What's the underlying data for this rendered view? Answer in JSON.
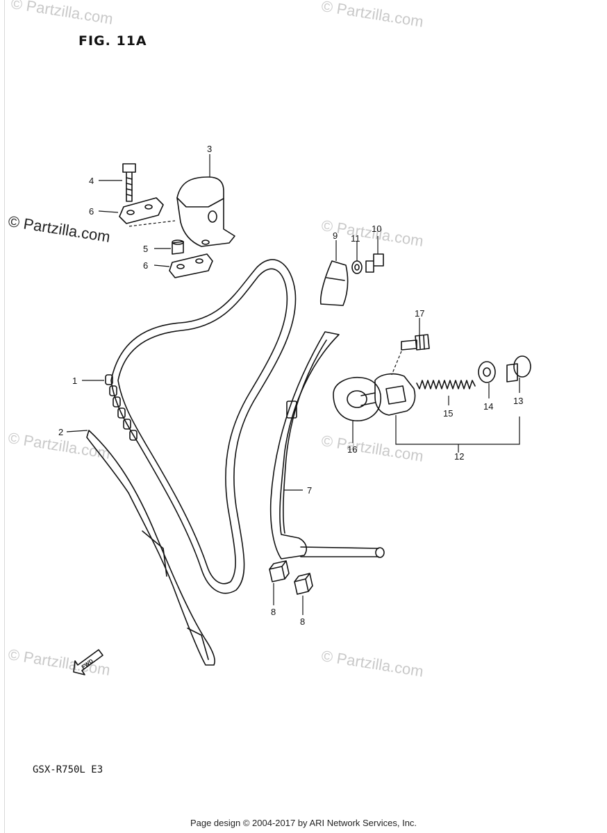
{
  "figure": {
    "title": "FIG. 11A",
    "model": "GSX-R750L  E3",
    "footer": "Page design © 2004-2017 by ARI Network Services, Inc.",
    "fwd_label": "FWD"
  },
  "watermarks": [
    "© Partzilla.com",
    "© Partzilla.com",
    "© Partzilla.com",
    "© Partzilla.com",
    "© Partzilla.com",
    "© Partzilla.com",
    "© Partzilla.com",
    "© Partzilla.com"
  ],
  "callouts": [
    {
      "id": "c1",
      "label": "1"
    },
    {
      "id": "c2",
      "label": "2"
    },
    {
      "id": "c3",
      "label": "3"
    },
    {
      "id": "c4",
      "label": "4"
    },
    {
      "id": "c5",
      "label": "5"
    },
    {
      "id": "c6a",
      "label": "6"
    },
    {
      "id": "c6b",
      "label": "6"
    },
    {
      "id": "c7",
      "label": "7"
    },
    {
      "id": "c8a",
      "label": "8"
    },
    {
      "id": "c8b",
      "label": "8"
    },
    {
      "id": "c9",
      "label": "9"
    },
    {
      "id": "c10",
      "label": "10"
    },
    {
      "id": "c11",
      "label": "11"
    },
    {
      "id": "c12",
      "label": "12"
    },
    {
      "id": "c13",
      "label": "13"
    },
    {
      "id": "c14",
      "label": "14"
    },
    {
      "id": "c15",
      "label": "15"
    },
    {
      "id": "c16",
      "label": "16"
    },
    {
      "id": "c17",
      "label": "17"
    }
  ],
  "colors": {
    "ink": "#111111",
    "watermark": "#c9c9c9"
  }
}
